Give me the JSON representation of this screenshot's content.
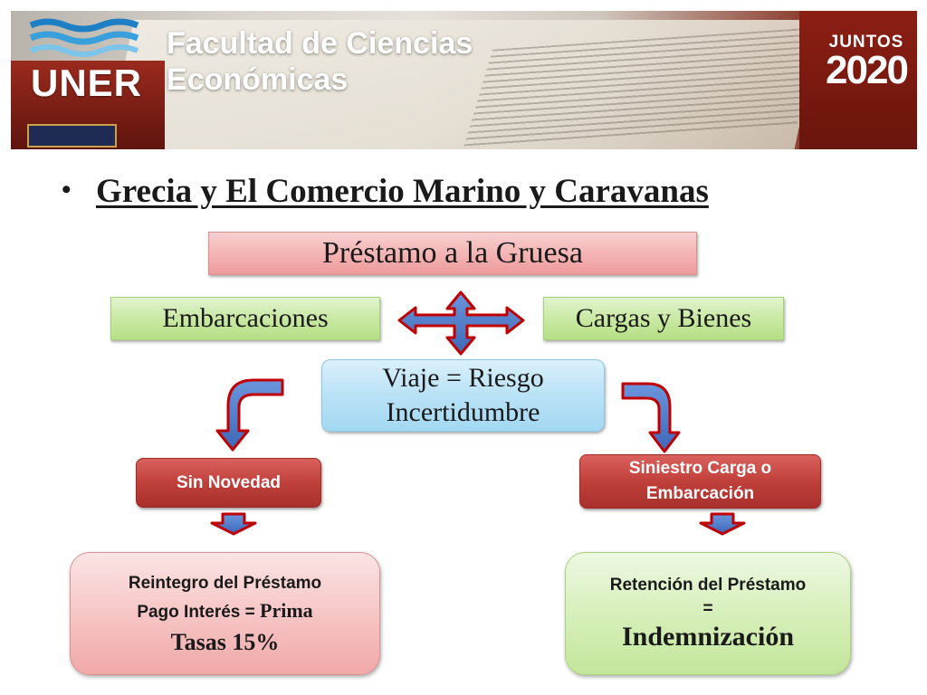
{
  "header": {
    "institution": "UNER",
    "faculty_line1": "Facultad de Ciencias",
    "faculty_line2": "Económicas",
    "badge_top": "JUNTOS",
    "badge_year": "2020"
  },
  "title": {
    "bullet": "•",
    "text": "Grecia y El Comercio Marino y Caravanas"
  },
  "diagram": {
    "main_box": "Préstamo a la Gruesa",
    "left_box": "Embarcaciones",
    "right_box": "Cargas y Bienes",
    "center_box_line1": "Viaje = Riesgo",
    "center_box_line2": "Incertidumbre",
    "outcome_left": "Sin Novedad",
    "outcome_right_line1": "Siniestro Carga o",
    "outcome_right_line2": "Embarcación",
    "result_left_line1": "Reintegro del Préstamo",
    "result_left_line2_a": "Pago  Interés = ",
    "result_left_line2_b": "Prima",
    "result_left_line3": "Tasas 15%",
    "result_right_line1": "Retención del Préstamo",
    "result_right_line2": "=",
    "result_right_line3": "Indemnización"
  },
  "colors": {
    "arrow_fill": "#4472c4",
    "arrow_stroke": "#c00000",
    "banner_red": "#8c1f14"
  }
}
